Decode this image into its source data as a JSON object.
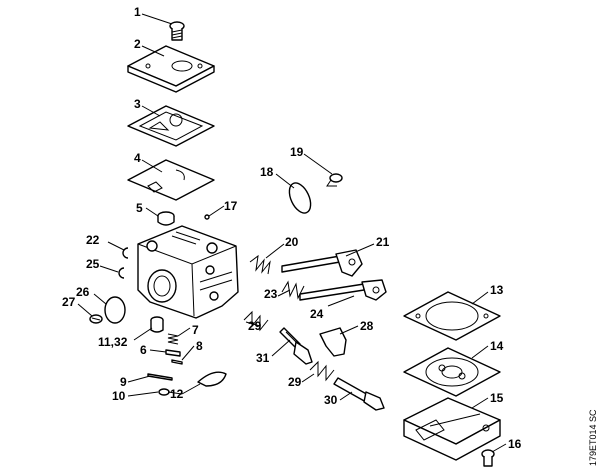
{
  "diagram": {
    "drawing_code": "179ET014 SC",
    "callouts": {
      "p1": "1",
      "p2": "2",
      "p3": "3",
      "p4": "4",
      "p5": "5",
      "p6": "6",
      "p7": "7",
      "p8": "8",
      "p9": "9",
      "p10": "10",
      "p11_32": "11,32",
      "p12": "12",
      "p13": "13",
      "p14": "14",
      "p15": "15",
      "p16": "16",
      "p17": "17",
      "p18": "18",
      "p19": "19",
      "p20": "20",
      "p21": "21",
      "p22": "22",
      "p23": "23",
      "p24": "24",
      "p25": "25",
      "p26": "26",
      "p27": "27",
      "p28": "28",
      "p29a": "29",
      "p29b": "29",
      "p30": "30",
      "p31": "31"
    }
  }
}
